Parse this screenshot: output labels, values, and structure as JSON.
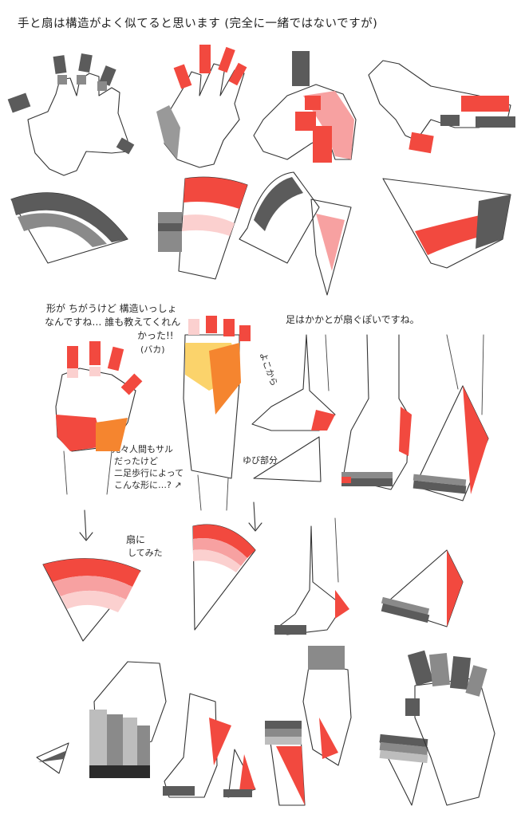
{
  "title": "手と扇は構造がよく似てると思います (完全に一緒ではないですが)",
  "notes": {
    "shape_differs": "形が ちがうけど 構造いっしょ",
    "nobody_told": "なんですね… 誰も教えてくれん",
    "didnt_know": "かった!!",
    "baka": "(バカ)",
    "ankle": "足はかかとが扇ぐぽいですね。",
    "heel": "よこから",
    "toe_part": "ゆび部分",
    "ancestor_1": "元々人間もサル",
    "ancestor_2": "だったけど",
    "ancestor_3": "二足歩行によって",
    "ancestor_4": "こんな形に…? ↗",
    "fanned_1": "扇に",
    "fanned_2": "してみた"
  },
  "colors": {
    "red": "#f2493f",
    "pink": "#f7a1a1",
    "light_pink": "#fbd0cf",
    "yellow": "#fbd36b",
    "orange": "#f5852f",
    "gray": "#bdbdbd",
    "dark_gray": "#5b5b5b",
    "mid_gray": "#8a8a8a",
    "light_blue": "#c5e0f2",
    "black": "#2b2b2b"
  }
}
